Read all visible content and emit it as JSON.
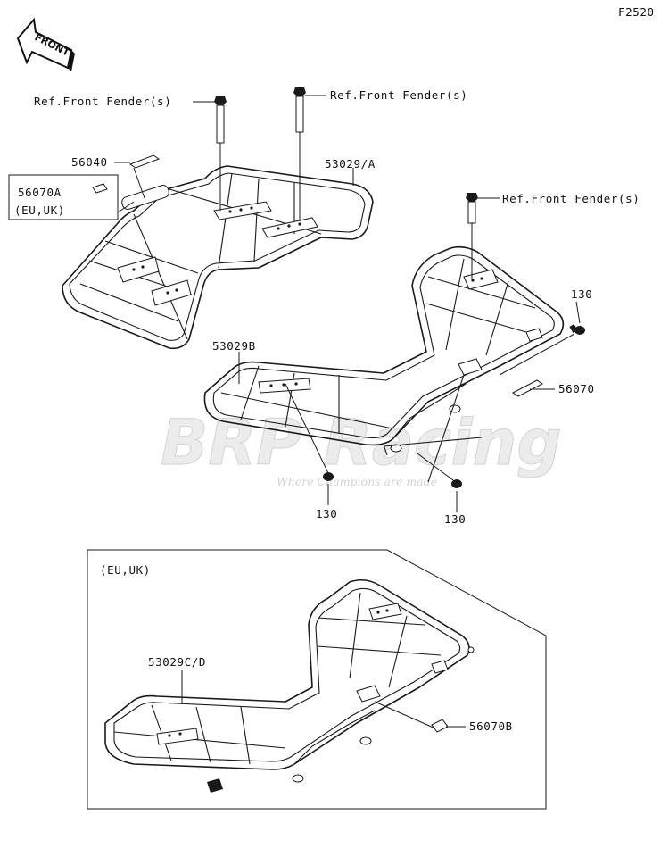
{
  "page_code": "F2520",
  "front_arrow_text": "FRONT",
  "labels": {
    "ref_front_fender_1": "Ref.Front Fender(s)",
    "ref_front_fender_2": "Ref.Front Fender(s)",
    "ref_front_fender_3": "Ref.Front Fender(s)",
    "part_56040": "56040",
    "part_56070A": "56070A",
    "region_eu_uk_1": "(EU,UK)",
    "part_53029A": "53029/A",
    "part_53029B": "53029B",
    "part_130_right": "130",
    "part_56070": "56070",
    "part_130_bottom_left": "130",
    "part_130_bottom_right": "130",
    "region_eu_uk_2": "(EU,UK)",
    "part_53029CD": "53029C/D",
    "part_56070B": "56070B"
  },
  "watermark": {
    "logo": "BRP Racing",
    "tagline": "Where Champions are made"
  }
}
